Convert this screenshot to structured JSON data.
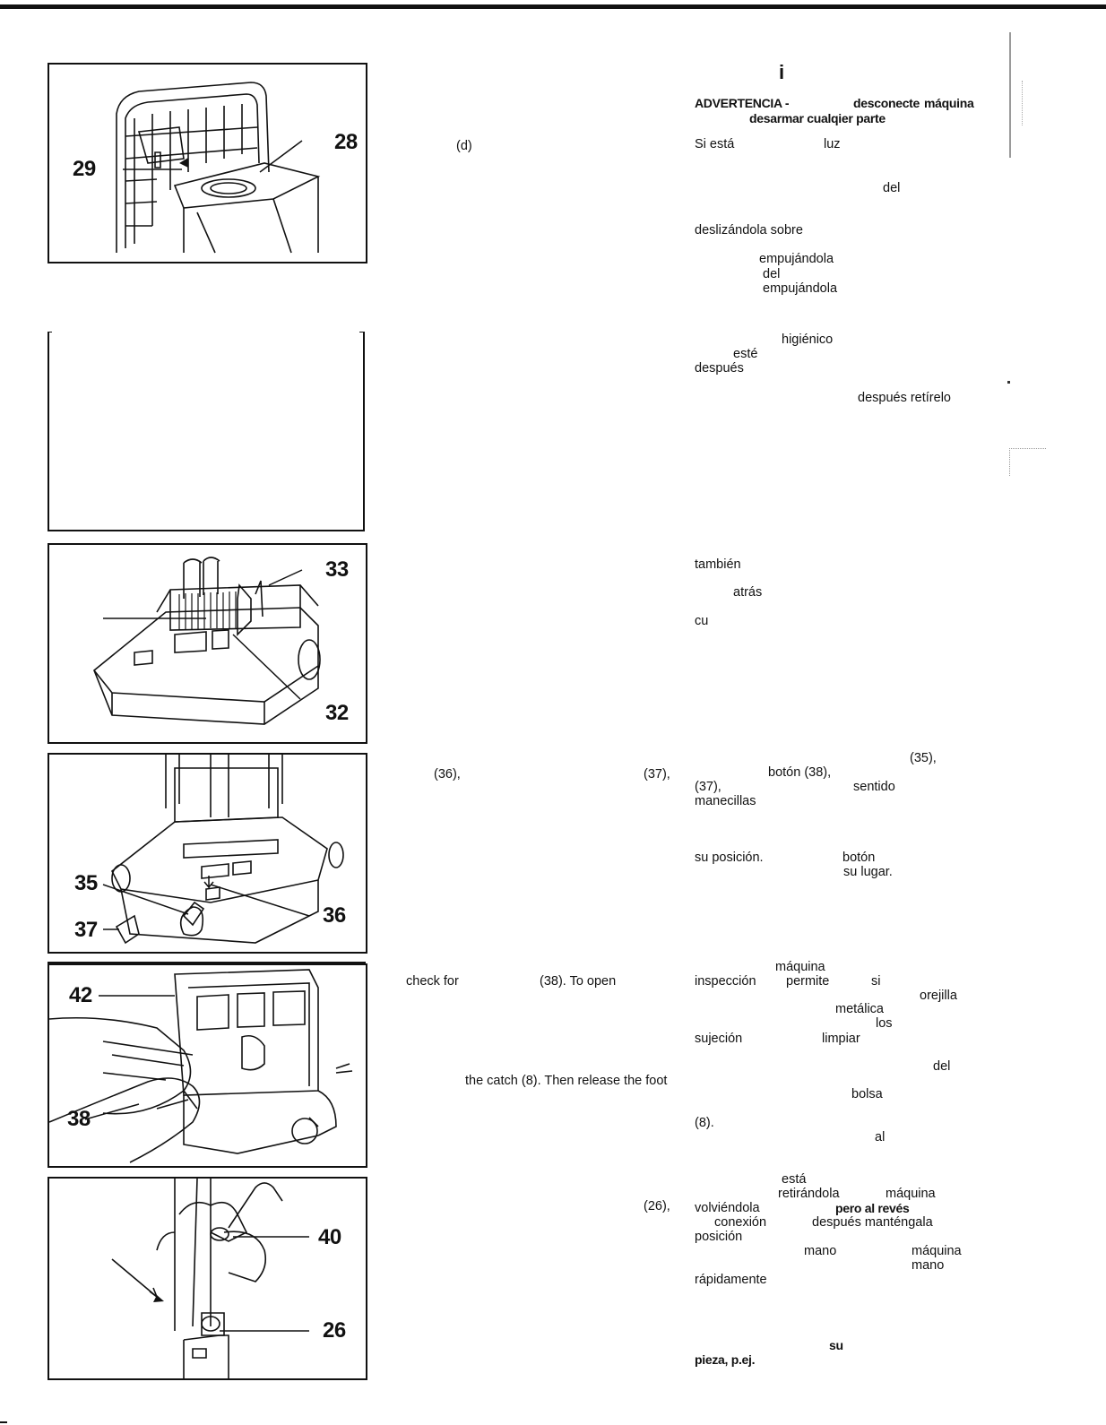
{
  "figures": {
    "fig1": {
      "callouts": {
        "c28": "28",
        "c29": "29"
      }
    },
    "fig3": {
      "callouts": {
        "c33": "33",
        "c32": "32"
      }
    },
    "fig4": {
      "callouts": {
        "c35": "35",
        "c36": "36",
        "c37": "37"
      }
    },
    "fig5": {
      "callouts": {
        "c42": "42",
        "c38": "38"
      }
    },
    "fig6": {
      "callouts": {
        "c40": "40",
        "c26": "26"
      }
    }
  },
  "english": {
    "l1": "(d)",
    "l2a": "(36),",
    "l2b": "(37),",
    "l3a": "check for",
    "l3b": "(38). To open",
    "l4": "the catch (8). Then release the foot",
    "l5": "(26),"
  },
  "spanish": {
    "heading": "i",
    "warn_label": "ADVERTENCIA -",
    "warn_a": "desconecte",
    "warn_b": "máquina",
    "warn_c": "desarmar cualqier parte",
    "s01a": "Si está",
    "s01b": "luz",
    "s02": "del",
    "s03": "deslizándola sobre",
    "s04": "empujándola",
    "s05": "del",
    "s06": "empujándola",
    "s07": "higiénico",
    "s08": "esté",
    "s09": "después",
    "s10": "después retírelo",
    "s11": "también",
    "s12": "atrás",
    "s13": "cu",
    "s14": "(35),",
    "s15": "botón (38),",
    "s16a": "(37),",
    "s16b": "sentido",
    "s17": "manecillas",
    "s18a": "su posición.",
    "s18b": "botón",
    "s19": "su lugar.",
    "s20": "máquina",
    "s21a": "inspección",
    "s21b": "permite",
    "s21c": "si",
    "s22": "orejilla",
    "s23": "metálica",
    "s24": "los",
    "s25a": "sujeción",
    "s25b": "limpiar",
    "s26": "del",
    "s27": "bolsa",
    "s28": "(8).",
    "s29": "al",
    "s30": "está",
    "s31a": "retirándola",
    "s31b": "máquina",
    "s32a": "volviéndola",
    "s32b": "pero al revés",
    "s33a": "conexión",
    "s33b": "después manténgala",
    "s34": "posición",
    "s35a": "mano",
    "s35b": "máquina",
    "s36": "mano",
    "s37": "rápidamente",
    "s38": "su",
    "s39": "pieza, p.ej."
  }
}
